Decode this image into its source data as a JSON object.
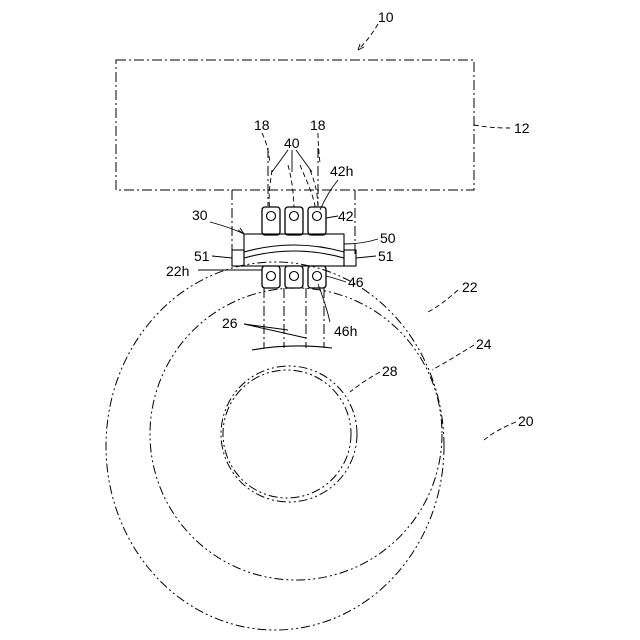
{
  "figure": {
    "labels": {
      "ref_10": "10",
      "ref_12": "12",
      "ref_18_left": "18",
      "ref_18_right": "18",
      "ref_40": "40",
      "ref_42h": "42h",
      "ref_42": "42",
      "ref_30": "30",
      "ref_50": "50",
      "ref_51_left": "51",
      "ref_51_right": "51",
      "ref_22h": "22h",
      "ref_46": "46",
      "ref_22": "22",
      "ref_26": "26",
      "ref_46h": "46h",
      "ref_24": "24",
      "ref_28": "28",
      "ref_20": "20"
    }
  }
}
